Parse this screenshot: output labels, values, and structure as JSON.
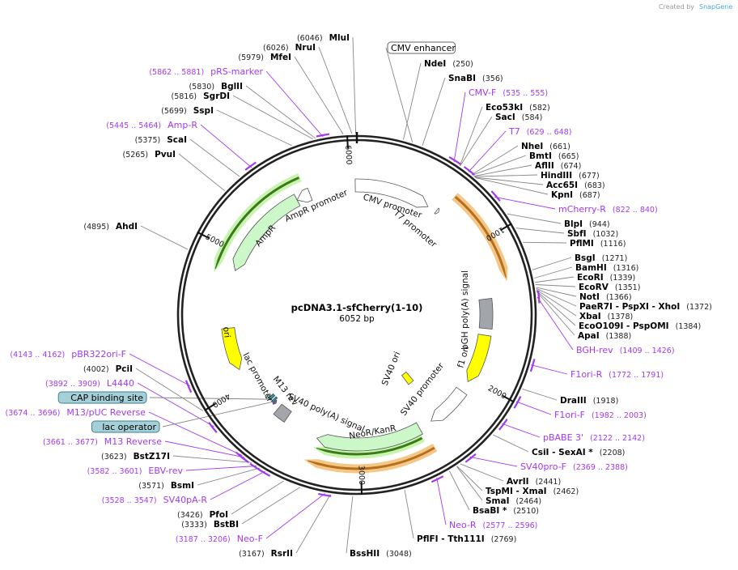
{
  "map": {
    "title": "pcDNA3.1-sfCherry(1-10)",
    "size_label": "6052 bp",
    "total_bp": 6052,
    "credit": "Created by",
    "credit_brand": "SnapGene"
  },
  "ticks": [
    "1000",
    "2000",
    "3000",
    "4000",
    "5000",
    "6000"
  ],
  "colors": {
    "primer": "#a239f0",
    "enzyme_line": "#888888",
    "backbone": "#222222"
  },
  "labels": [
    {
      "type": "enzyme",
      "name": "MluI",
      "pos": "(6046)"
    },
    {
      "type": "enzyme",
      "name": "NruI",
      "pos": "(6026)"
    },
    {
      "type": "enzyme",
      "name": "MfeI",
      "pos": "(5979)"
    },
    {
      "type": "primer",
      "name": "pRS-marker",
      "pos": "(5862 .. 5881)"
    },
    {
      "type": "enzyme",
      "name": "BglII",
      "pos": "(5830)"
    },
    {
      "type": "enzyme",
      "name": "SgrDI",
      "pos": "(5816)"
    },
    {
      "type": "enzyme",
      "name": "SspI",
      "pos": "(5699)"
    },
    {
      "type": "primer",
      "name": "Amp-R",
      "pos": "(5445 .. 5464)"
    },
    {
      "type": "enzyme",
      "name": "ScaI",
      "pos": "(5375)"
    },
    {
      "type": "enzyme",
      "name": "PvuI",
      "pos": "(5265)"
    },
    {
      "type": "enzyme",
      "name": "AhdI",
      "pos": "(4895)"
    },
    {
      "type": "primer",
      "name": "pBR322ori-F",
      "pos": "(4143 .. 4162)"
    },
    {
      "type": "enzyme",
      "name": "PciI",
      "pos": "(4002)"
    },
    {
      "type": "primer",
      "name": "L4440",
      "pos": "(3892 .. 3909)"
    },
    {
      "type": "box",
      "name": "CAP binding site",
      "pos": ""
    },
    {
      "type": "primer",
      "name": "M13/pUC Reverse",
      "pos": "(3674 .. 3696)"
    },
    {
      "type": "box",
      "name": "lac operator",
      "pos": ""
    },
    {
      "type": "primer",
      "name": "M13 Reverse",
      "pos": "(3661 .. 3677)"
    },
    {
      "type": "enzyme",
      "name": "BstZ17I",
      "pos": "(3623)"
    },
    {
      "type": "primer",
      "name": "EBV-rev",
      "pos": "(3582 .. 3601)"
    },
    {
      "type": "enzyme",
      "name": "BsmI",
      "pos": "(3571)"
    },
    {
      "type": "primer",
      "name": "SV40pA-R",
      "pos": "(3528 .. 3547)"
    },
    {
      "type": "enzyme",
      "name": "PfoI",
      "pos": "(3426)"
    },
    {
      "type": "enzyme",
      "name": "BstBI",
      "pos": "(3333)"
    },
    {
      "type": "primer",
      "name": "Neo-F",
      "pos": "(3187 .. 3206)"
    },
    {
      "type": "enzyme",
      "name": "RsrII",
      "pos": "(3167)"
    },
    {
      "type": "enzyme",
      "name": "BssHII",
      "pos": "(3048)"
    },
    {
      "type": "enzyme",
      "name": "PflFI  - Tth111I",
      "pos": "(2769)"
    },
    {
      "type": "primer",
      "name": "Neo-R",
      "pos": "(2577 .. 2596)"
    },
    {
      "type": "enzyme",
      "name": "BsaBI *",
      "pos": "(2510)"
    },
    {
      "type": "enzyme",
      "name": "SmaI",
      "pos": "(2464)"
    },
    {
      "type": "enzyme",
      "name": "TspMI  - XmaI",
      "pos": "(2462)"
    },
    {
      "type": "enzyme",
      "name": "AvrII",
      "pos": "(2441)"
    },
    {
      "type": "primer",
      "name": "SV40pro-F",
      "pos": "(2369 .. 2388)"
    },
    {
      "type": "enzyme",
      "name": "CsiI  - SexAI *",
      "pos": "(2208)"
    },
    {
      "type": "primer",
      "name": "pBABE 3'",
      "pos": "(2122 .. 2142)"
    },
    {
      "type": "primer",
      "name": "F1ori-F",
      "pos": "(1982 .. 2003)"
    },
    {
      "type": "enzyme",
      "name": "DraIII",
      "pos": "(1918)"
    },
    {
      "type": "primer",
      "name": "F1ori-R",
      "pos": "(1772 .. 1791)"
    },
    {
      "type": "primer",
      "name": "BGH-rev",
      "pos": "(1409 .. 1426)"
    },
    {
      "type": "enzyme",
      "name": "ApaI",
      "pos": "(1388)"
    },
    {
      "type": "enzyme",
      "name": "EcoO109I  - PspOMI",
      "pos": "(1384)"
    },
    {
      "type": "enzyme",
      "name": "XbaI",
      "pos": "(1378)"
    },
    {
      "type": "enzyme",
      "name": "PaeR7I  - PspXI  - XhoI",
      "pos": "(1372)"
    },
    {
      "type": "enzyme",
      "name": "NotI",
      "pos": "(1366)"
    },
    {
      "type": "enzyme",
      "name": "EcoRV",
      "pos": "(1351)"
    },
    {
      "type": "enzyme",
      "name": "EcoRI",
      "pos": "(1339)"
    },
    {
      "type": "enzyme",
      "name": "BamHI",
      "pos": "(1316)"
    },
    {
      "type": "enzyme",
      "name": "BsgI",
      "pos": "(1271)"
    },
    {
      "type": "enzyme",
      "name": "PflMI",
      "pos": "(1116)"
    },
    {
      "type": "enzyme",
      "name": "SbfI",
      "pos": "(1032)"
    },
    {
      "type": "enzyme",
      "name": "BlpI",
      "pos": "(944)"
    },
    {
      "type": "primer",
      "name": "mCherry-R",
      "pos": "(822 .. 840)"
    },
    {
      "type": "enzyme",
      "name": "KpnI",
      "pos": "(687)"
    },
    {
      "type": "enzyme",
      "name": "Acc65I",
      "pos": "(683)"
    },
    {
      "type": "enzyme",
      "name": "HindIII",
      "pos": "(677)"
    },
    {
      "type": "enzyme",
      "name": "AflII",
      "pos": "(674)"
    },
    {
      "type": "enzyme",
      "name": "BmtI",
      "pos": "(665)"
    },
    {
      "type": "enzyme",
      "name": "NheI",
      "pos": "(661)"
    },
    {
      "type": "primer",
      "name": "T7",
      "pos": "(629 .. 648)"
    },
    {
      "type": "enzyme",
      "name": "SacI",
      "pos": "(584)"
    },
    {
      "type": "enzyme",
      "name": "Eco53kI",
      "pos": "(582)"
    },
    {
      "type": "primer",
      "name": "CMV-F",
      "pos": "(535 .. 555)"
    },
    {
      "type": "enzyme",
      "name": "SnaBI",
      "pos": "(356)"
    },
    {
      "type": "enzyme",
      "name": "NdeI",
      "pos": "(250)"
    },
    {
      "type": "box",
      "name": "CMV enhancer",
      "pos": ""
    }
  ],
  "features": [
    {
      "name": "CMV promoter",
      "start": 6040,
      "end": 560,
      "direction": "forward",
      "color": "#ffffff"
    },
    {
      "name": "T7 promoter",
      "start": 629,
      "end": 647,
      "direction": "forward",
      "color": "#ffffff"
    },
    {
      "name": "AmpR promoter",
      "start": 5590,
      "end": 5695,
      "direction": "reverse",
      "color": "#ffffff"
    },
    {
      "name": "AmpR",
      "start": 4875,
      "end": 5590,
      "direction": "reverse",
      "color": "#ccf7c8"
    },
    {
      "name": "ori",
      "start": 4120,
      "end": 4440,
      "direction": "reverse",
      "color": "#ffff00"
    },
    {
      "name": "lac promoter",
      "start": 3810,
      "end": 3830,
      "direction": "reverse",
      "color": "#ffffff"
    },
    {
      "name": "M13 rev",
      "start": 3740,
      "end": 3757,
      "direction": "reverse",
      "color": "#a239f0"
    },
    {
      "name": "SV40 poly(A) signal",
      "start": 3600,
      "end": 3700,
      "direction": "none",
      "color": "#a2a6aa"
    },
    {
      "name": "NeoR/KanR",
      "start": 2539,
      "end": 3329,
      "direction": "forward",
      "color": "#ccf7c8"
    },
    {
      "name": "SV40 promoter",
      "start": 2118,
      "end": 2438,
      "direction": "forward",
      "color": "#ffffff"
    },
    {
      "name": "SV40 ori",
      "start": 2340,
      "end": 2410,
      "direction": "none",
      "color": "#ffff00"
    },
    {
      "name": "f1 ori",
      "start": 1664,
      "end": 2034,
      "direction": "forward",
      "color": "#ffff00"
    },
    {
      "name": "bGH poly(A) signal",
      "start": 1395,
      "end": 1614,
      "direction": "none",
      "color": "#a2a6aa"
    }
  ],
  "translations": [
    {
      "start": 672,
      "end": 1278,
      "direction": "forward",
      "color": "#f5c27a",
      "line": "#b5701f"
    },
    {
      "start": 4842,
      "end": 5665,
      "direction": "reverse",
      "color": "#c3f3a8",
      "line": "#3a7a1a"
    },
    {
      "start": 2520,
      "end": 3340,
      "direction": "forward",
      "color": "#f5c27a",
      "line": "#b5701f"
    },
    {
      "start": 2560,
      "end": 3310,
      "direction": "forward",
      "color": "#c3f3a8",
      "line": "#3a7a1a"
    }
  ],
  "small_marks": [
    {
      "name": "CAP binding site",
      "start": 3790,
      "end": 3812,
      "color": "#3f8a9a"
    },
    {
      "name": "lac operator",
      "start": 3762,
      "end": 3778,
      "color": "#3f8a9a"
    }
  ]
}
